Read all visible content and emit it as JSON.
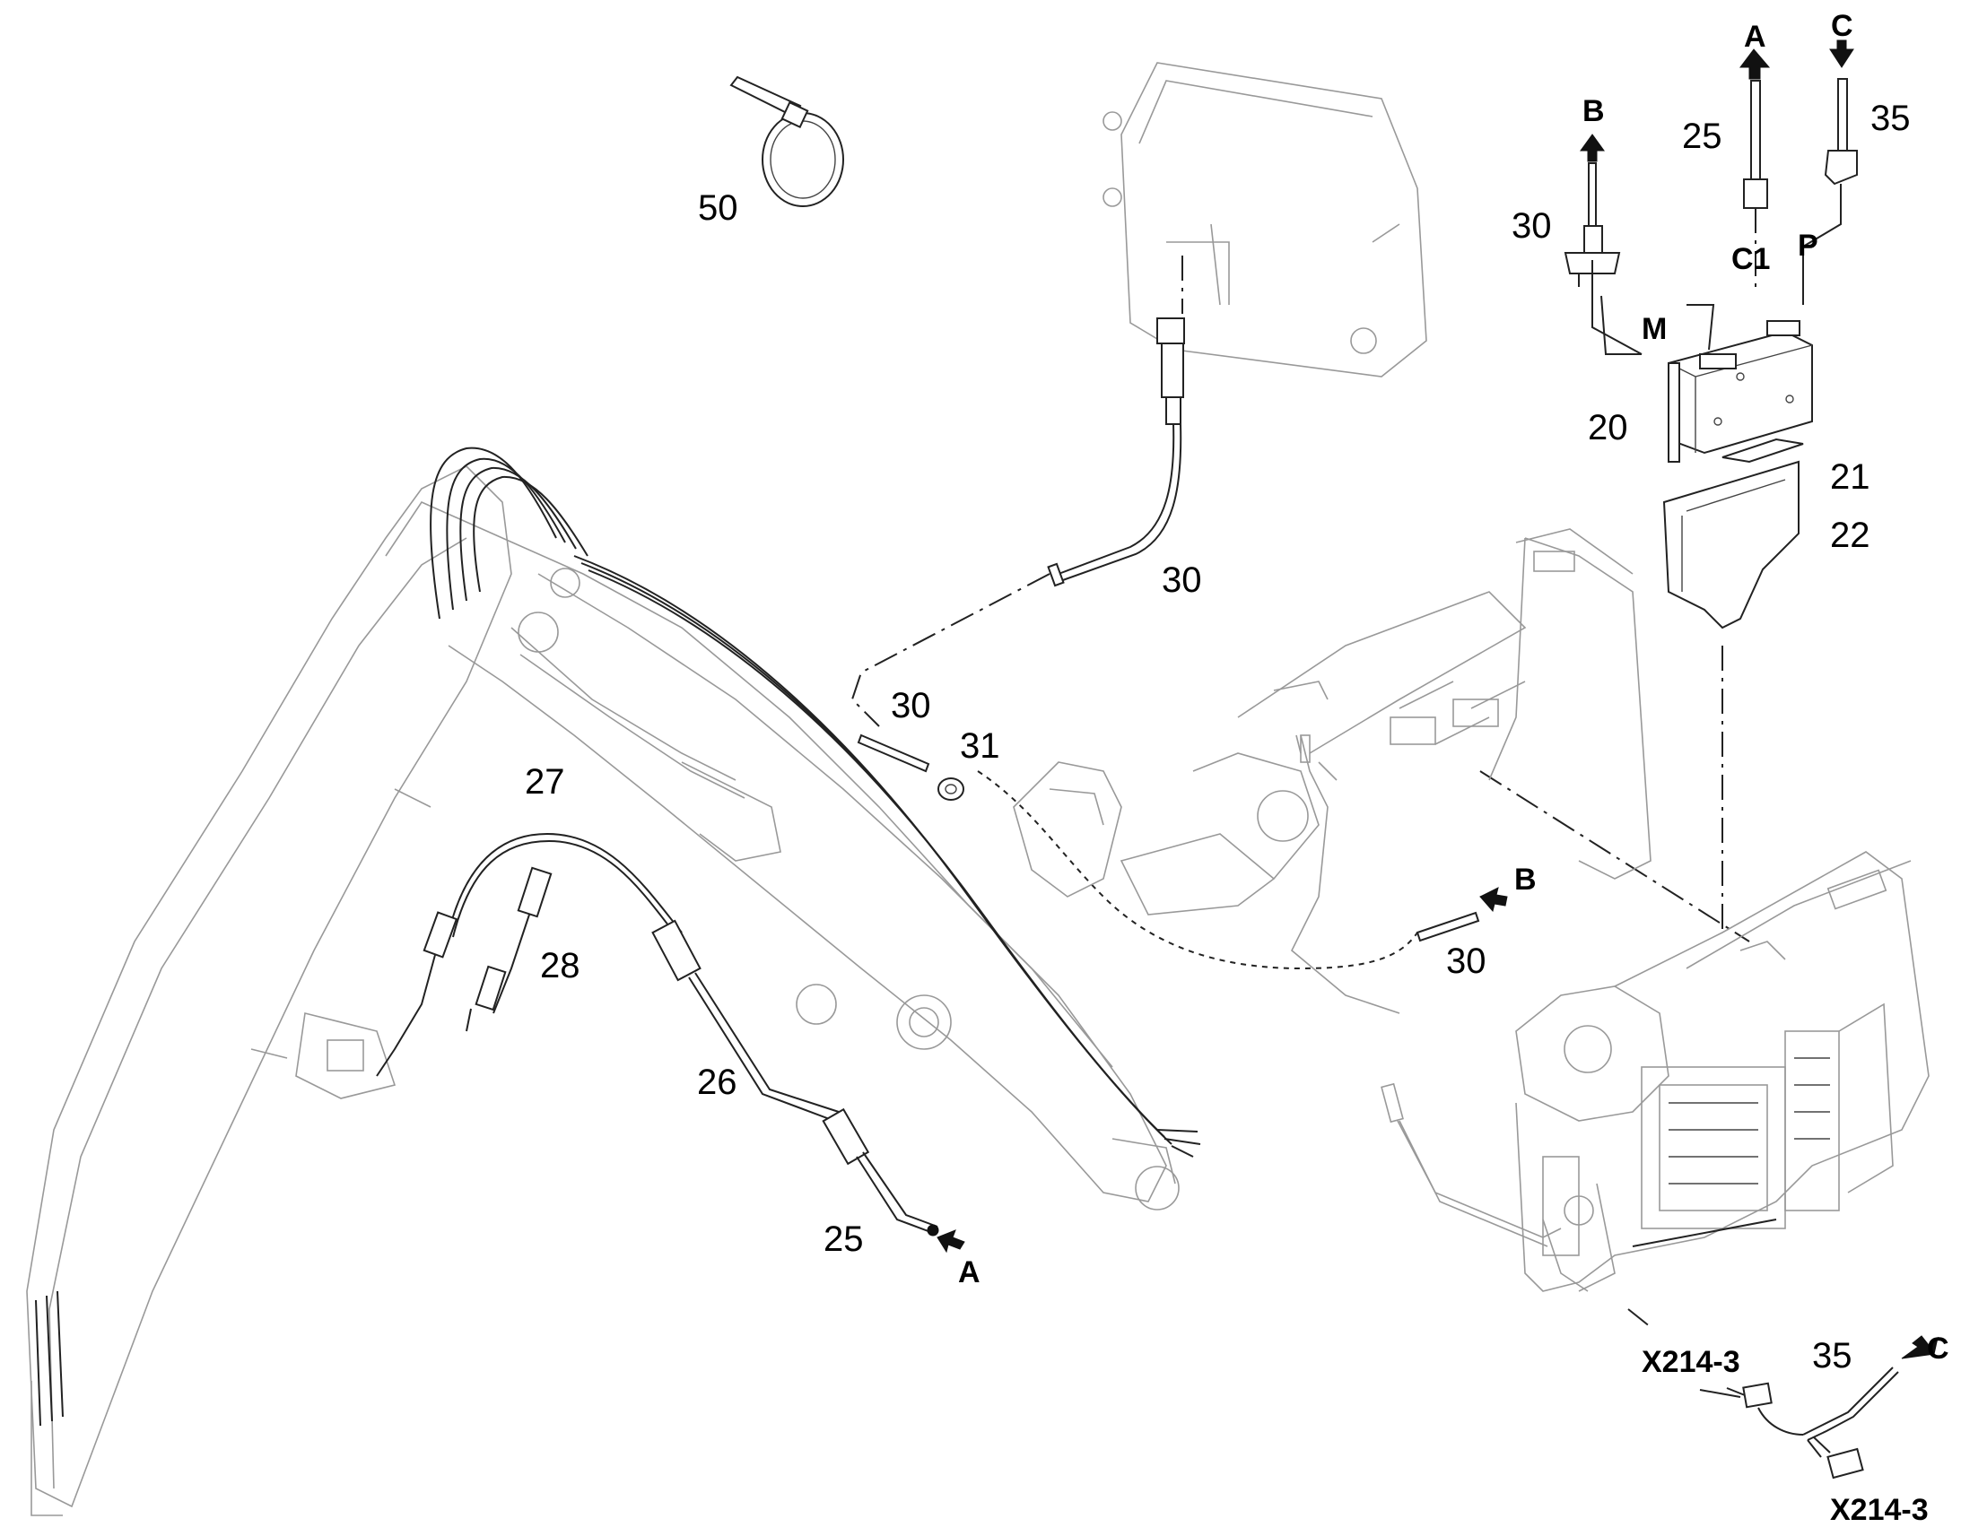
{
  "callouts": {
    "c50": "50",
    "c30_top": "30",
    "c30_mid": "30",
    "c31": "31",
    "c27": "27",
    "c28": "28",
    "c26": "26",
    "c25_bottom": "25",
    "c30_right": "30",
    "c30_panel": "30",
    "c25_panel": "25",
    "c35_panel": "35",
    "c20": "20",
    "c21": "21",
    "c22": "22",
    "c35_bottom": "35"
  },
  "refs": {
    "arrow_a_bottom": "A",
    "arrow_b_mid": "B",
    "arrow_b_top": "B",
    "arrow_a_top": "A",
    "arrow_c_top": "C",
    "arrow_c_bottom": "C",
    "conn_c1": "C1",
    "conn_p": "P",
    "conn_m": "M",
    "conn_x214_left": "X214-3",
    "conn_x214_bottom": "X214-3"
  }
}
